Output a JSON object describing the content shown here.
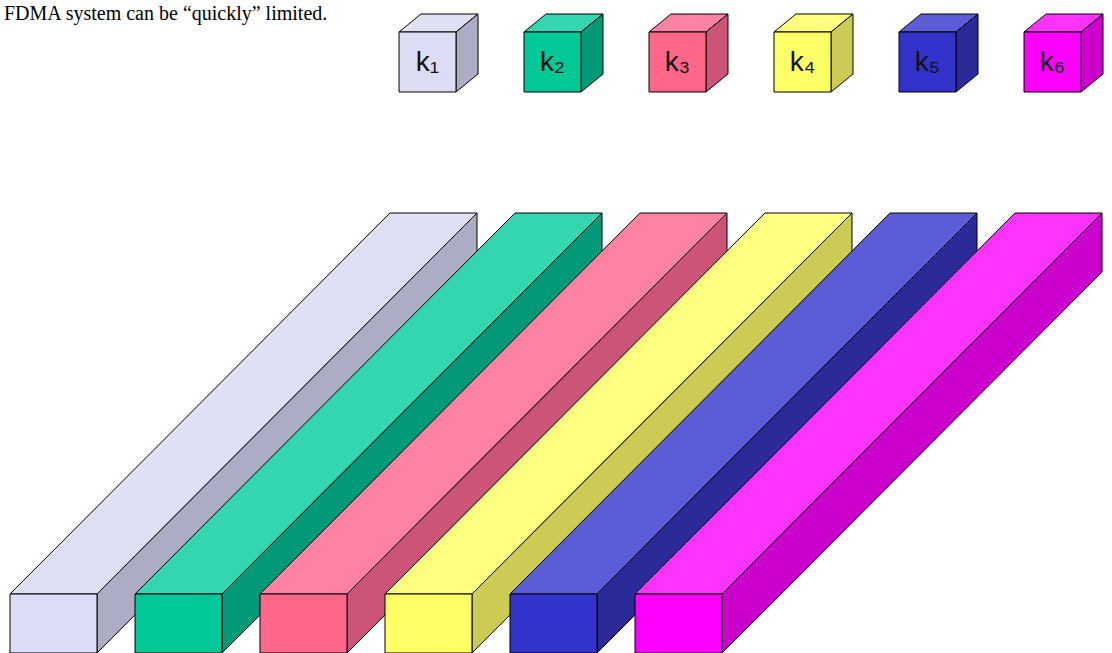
{
  "diagram": {
    "nodes": [
      {
        "text": [
          "k₁"
        ]
      },
      {
        "text": [
          "k₂"
        ]
      },
      {
        "text": [
          "k₃"
        ]
      },
      {
        "text": [
          "k₄"
        ]
      },
      {
        "text": [
          "k₅"
        ]
      },
      {
        "text": [
          "k₆"
        ]
      }
    ],
    "labels": [
      "FDMA system can be “quickly” limited."
    ]
  }
}
